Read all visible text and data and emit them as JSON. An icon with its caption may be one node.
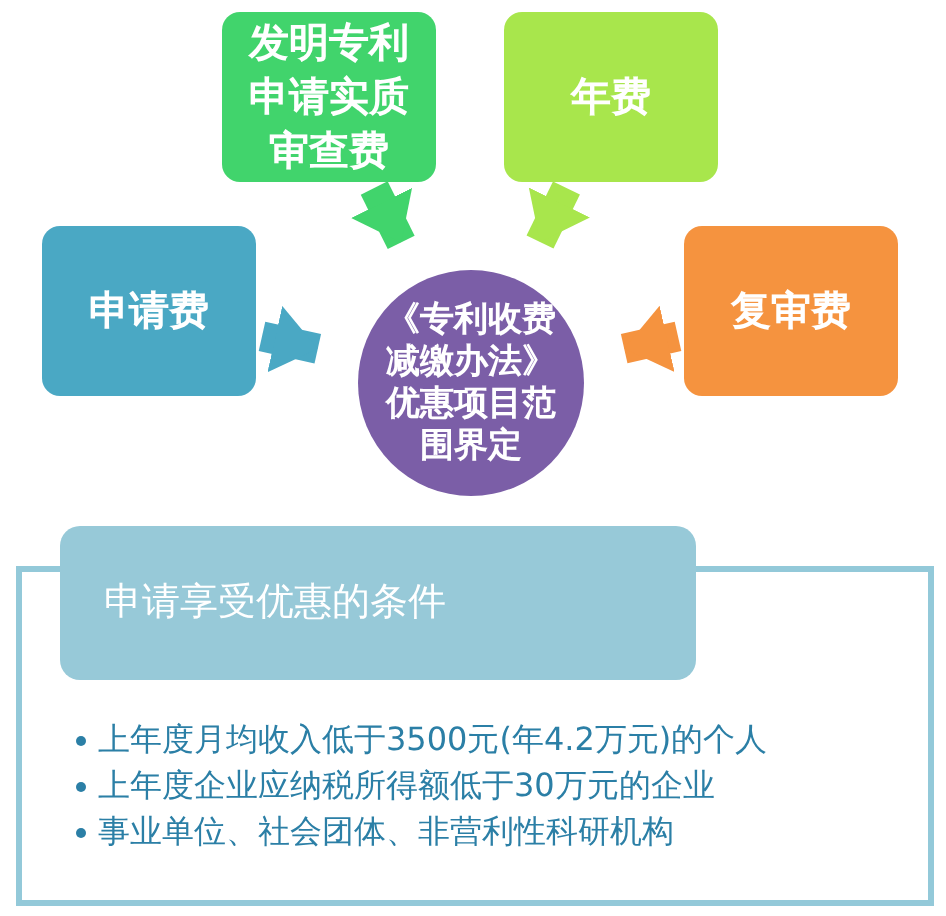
{
  "diagram": {
    "nodes": [
      {
        "text": [
          "申请费"
        ]
      },
      {
        "text": [
          "发明专利申请实质审查费"
        ]
      },
      {
        "text": [
          "年费"
        ]
      },
      {
        "text": [
          "复审费"
        ]
      },
      {
        "text": [
          "《专利收费减缴办法》优惠项目范围界定"
        ]
      },
      {
        "text": [
          "申请享受优惠的条件"
        ]
      },
      {
        "text": [
          "上年度月均收入低于3500元(年4.2万元)的个人",
          "上年度企业应纳税所得额低于30万元的企业",
          "事业单位、社会团体、非营利性科研机构"
        ]
      }
    ],
    "edges": [
      {
        "from": 0,
        "to": 4,
        "arrow": "to",
        "color": "#4aa8c4"
      },
      {
        "from": 1,
        "to": 4,
        "arrow": "to",
        "color": "#41d46c"
      },
      {
        "from": 2,
        "to": 4,
        "arrow": "to",
        "color": "#a8e64c"
      },
      {
        "from": 3,
        "to": 4,
        "arrow": "to",
        "color": "#f5933f"
      }
    ]
  }
}
